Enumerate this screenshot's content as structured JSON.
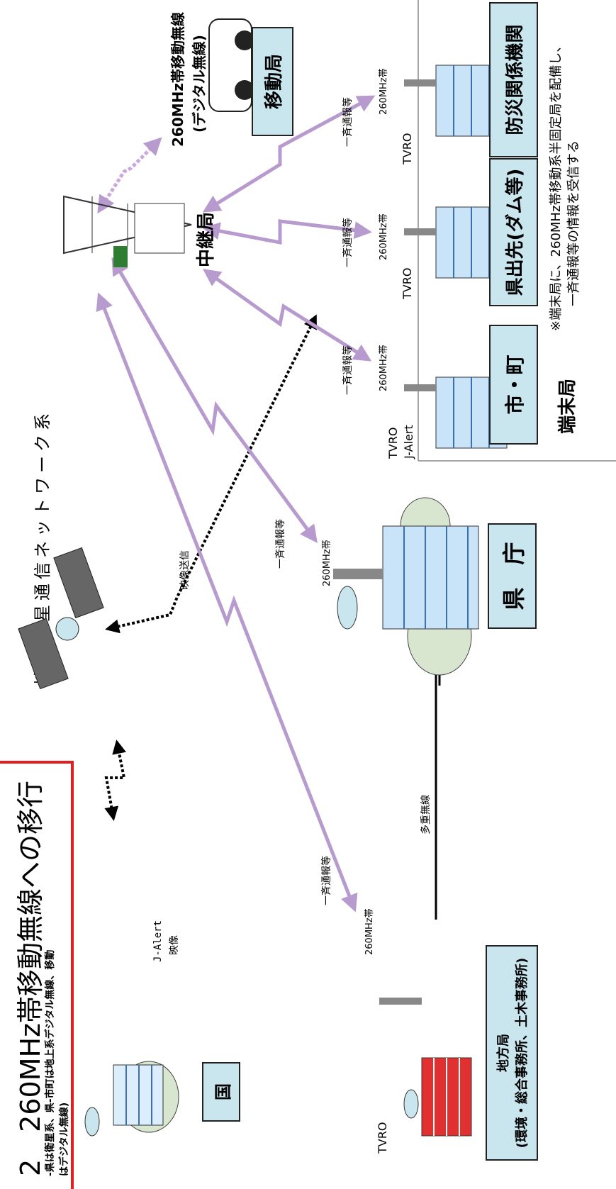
{
  "title": {
    "main": "2　260MHz帯移動無線への移行",
    "sub1": "-県は衛星系、県-市町は地上系デジタル無線、移動",
    "sub2": "はデジタル無線)"
  },
  "satellite_network_label": "地域衛星通信ネットワーク系",
  "nodes": {
    "kuni": "国",
    "kencho": "県　庁",
    "chihou_line1": "地方局",
    "chihou_line2": "(環境・総合事務所、土木事務所)",
    "relay": "中継局",
    "mobile": "移動局",
    "mobile_radio_line1": "260MHz帯移動無線",
    "mobile_radio_line2": "(デジタル無線)",
    "city": "市・町",
    "pref_outpost": "県出先(ダム等)",
    "disaster": "防災関係機関",
    "terminal": "端末局"
  },
  "note": {
    "line1": "※端末局に、260MHz帯移動系半固定局を配備し、",
    "line2": "一斉通報等の情報を受信する"
  },
  "labels": {
    "jalert": "J-Alert",
    "eizou": "映像",
    "eizou_soushin": "映像送信",
    "ikkatsu": "一斉通報等",
    "band": "260MHz帯",
    "tvro": "TVRO",
    "jalert_city": "J-Alert",
    "multiplex": "多重無線"
  },
  "colors": {
    "box_fill": "#c9e6ee",
    "link_purple": "#b79bcf",
    "frame_red": "#e02020"
  }
}
